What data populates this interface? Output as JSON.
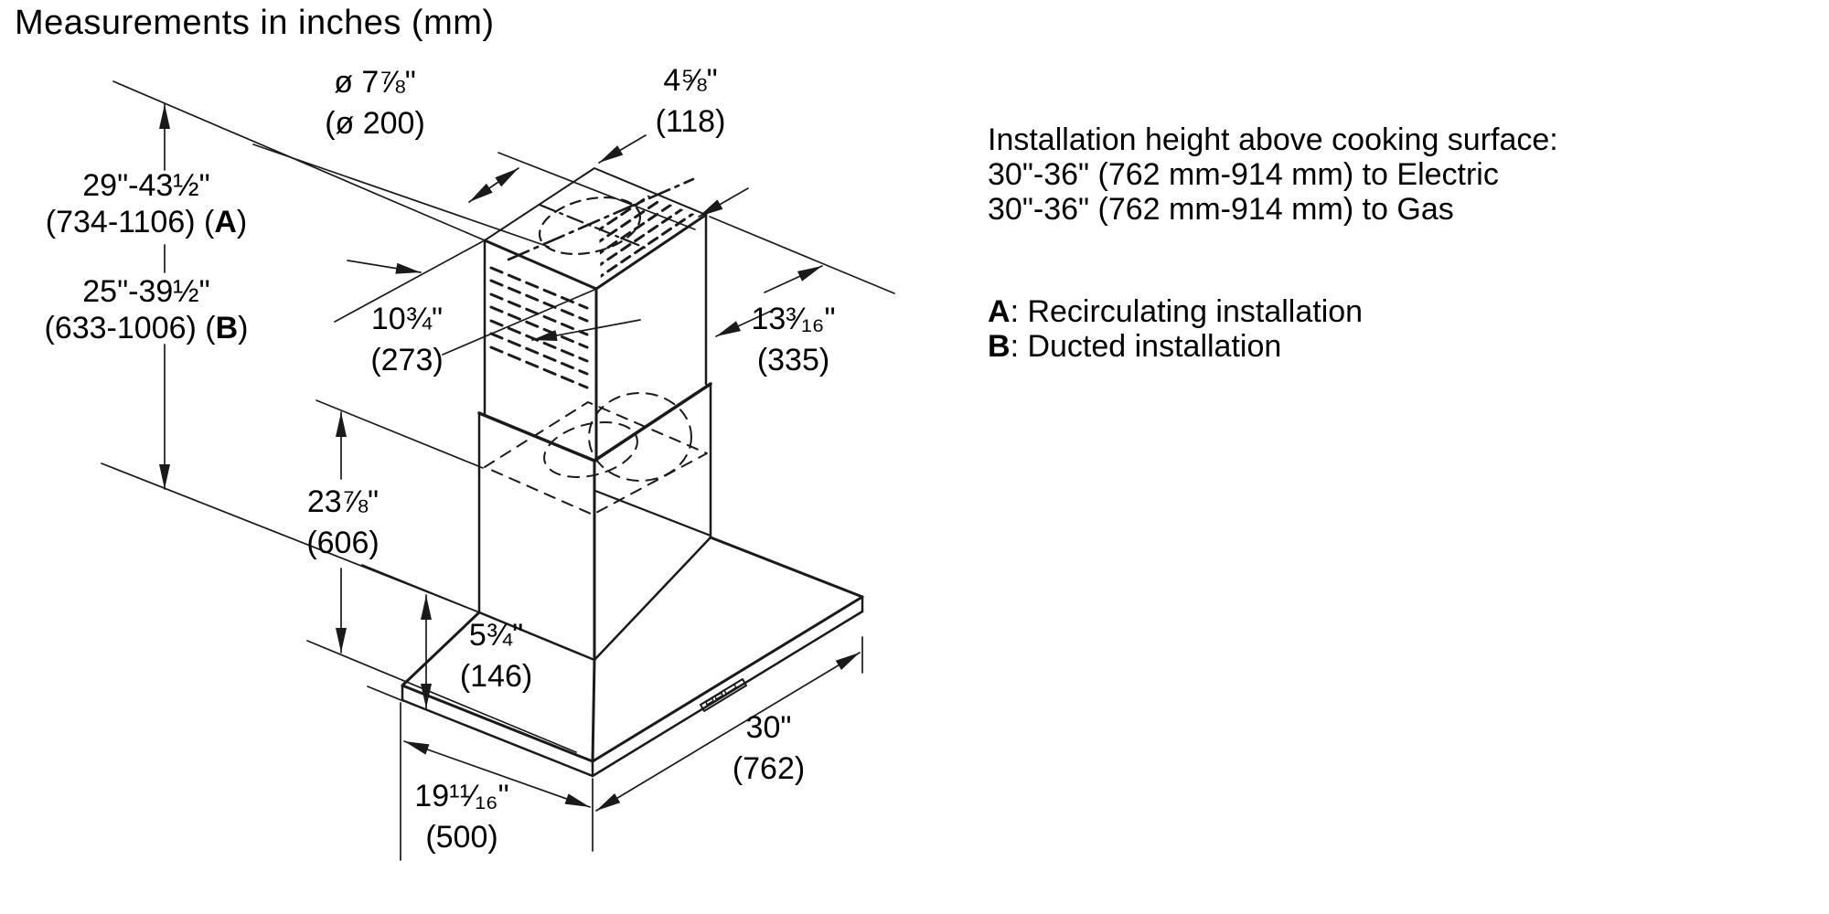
{
  "title": "Measurements in inches (mm)",
  "info": {
    "line1": "Installation height above cooking surface:",
    "line2": "30\"-36\" (762 mm-914 mm) to Electric",
    "line3": "30\"-36\" (762 mm-914 mm) to Gas",
    "legend_a_letter": "A",
    "legend_a_text": ": Recirculating installation",
    "legend_b_letter": "B",
    "legend_b_text": ": Ducted installation"
  },
  "dimensions": {
    "duct_diameter": {
      "inch": "ø 7⅞\"",
      "mm": "(ø 200)"
    },
    "collar_width": {
      "inch": "4⅝\"",
      "mm": "(118)"
    },
    "height_recirculating": {
      "inch": "29\"-43½\"",
      "mm_prefix": "(734-1106) (",
      "letter": "A",
      "mm_suffix": ")"
    },
    "height_ducted": {
      "inch": "25\"-39½\"",
      "mm_prefix": "(633-1006) (",
      "letter": "B",
      "mm_suffix": ")"
    },
    "chimney_width": {
      "inch": "10¾\"",
      "mm": "(273)"
    },
    "chimney_depth": {
      "inch": "13³⁄₁₆\"",
      "mm": "(335)"
    },
    "chimney_height": {
      "inch": "23⅞\"",
      "mm": "(606)"
    },
    "canopy_height": {
      "inch": "5¾\"",
      "mm": "(146)"
    },
    "hood_width": {
      "inch": "30\"",
      "mm": "(762)"
    },
    "hood_depth": {
      "inch": "19¹¹⁄₁₆\"",
      "mm": "(500)"
    }
  },
  "colors": {
    "line": "#1a1a1a",
    "background": "#ffffff",
    "text": "#000000"
  }
}
